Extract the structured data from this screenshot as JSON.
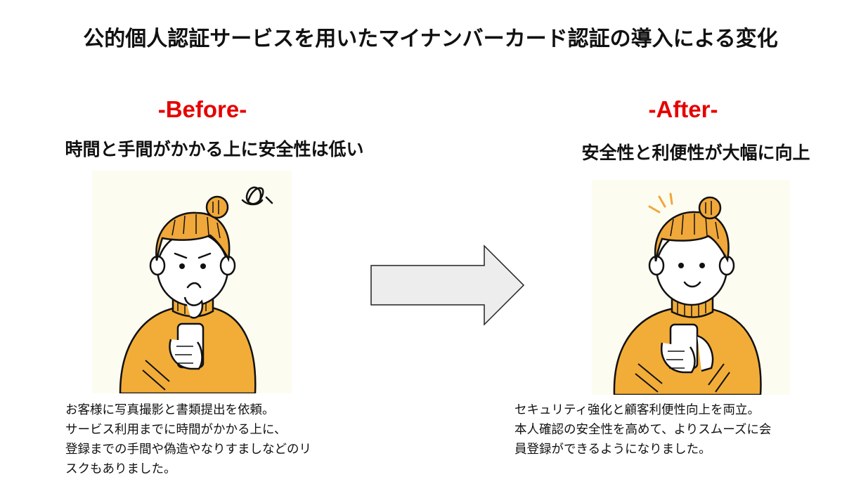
{
  "title": "公的個人認証サービスを用いたマイナンバーカード認証の導入による変化",
  "before": {
    "label": "-Before-",
    "heading": "時間と手間がかかる上に安全性は低い",
    "caption_lines": [
      "お客様に写真撮影と書類提出を依頼。",
      "サービス利用までに時間がかかる上に、",
      "登録までの手間や偽造やなりすましなどのリ",
      "スクもありました。"
    ]
  },
  "after": {
    "label": "-After-",
    "heading": "安全性と利便性が大幅に向上",
    "caption_lines": [
      "セキュリティ強化と顧客利便性向上を両立。",
      "本人確認の安全性を高めて、よりスムーズに会",
      "員登録ができるようになりました。"
    ]
  },
  "colors": {
    "accent_red": "#e60000",
    "hair_orange": "#f0a83a",
    "sweater_orange": "#f2ad38",
    "illustration_bg": "#fdfcf0",
    "arrow_fill": "#ededed"
  }
}
